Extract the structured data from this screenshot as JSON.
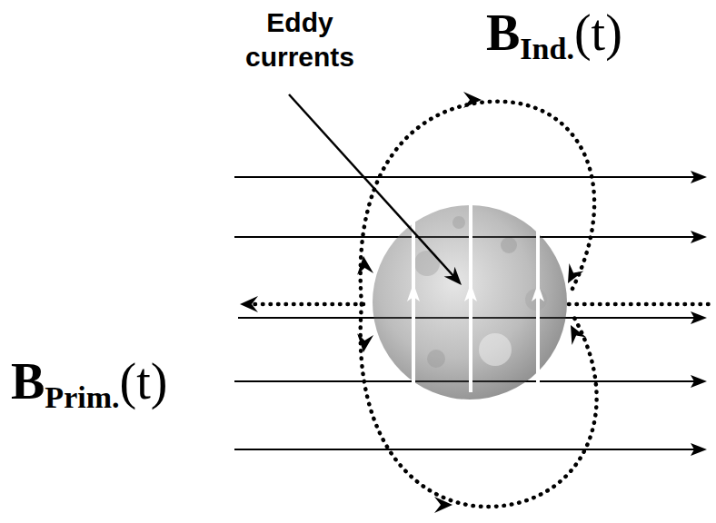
{
  "diagram": {
    "labels": [
      "Eddy currents",
      "BInd.(t)",
      "BPrim.(t)"
    ]
  }
}
